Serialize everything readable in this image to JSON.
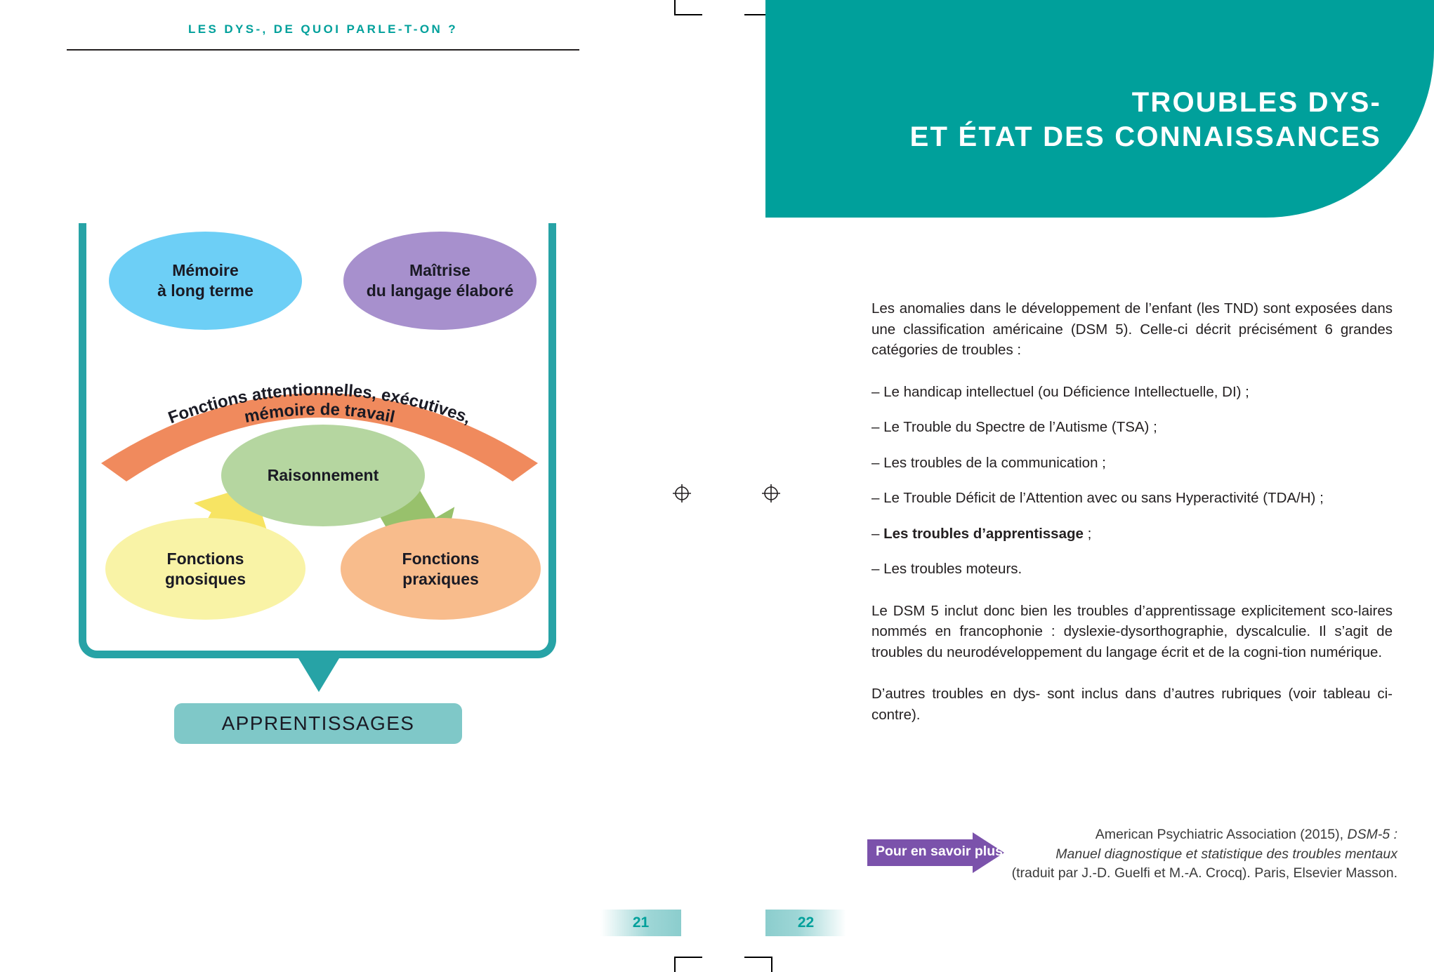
{
  "left_page": {
    "running_head": "LES DYS-, DE QUOI PARLE-T-ON ?",
    "diagram": {
      "name": "schema-fonctions-cognitives",
      "bubbles": [
        {
          "label_line1": "Mémoire",
          "label_line2": "à long terme",
          "color": "#6dcff6"
        },
        {
          "label_line1": "Maîtrise",
          "label_line2": "du langage élaboré",
          "color": "#a790cd"
        },
        {
          "label_line1": "Raisonnement",
          "label_line2": "",
          "color": "#b5d6a0"
        },
        {
          "label_line1": "Fonctions",
          "label_line2": "gnosiques",
          "color": "#f9f3a6"
        },
        {
          "label_line1": "Fonctions",
          "label_line2": "praxiques",
          "color": "#f8bc8c"
        }
      ],
      "arc": {
        "line1": "Fonctions attentionnelles, exécutives,",
        "line2": "mémoire de travail",
        "color": "#f08a5d"
      },
      "output_box": {
        "label": "APPRENTISSAGES",
        "color": "#7fc8c8"
      },
      "frame_color": "#27a3a6",
      "arrow_yellow_color": "#f7e463",
      "arrow_green_color": "#8fbc5f"
    },
    "page_number": "21"
  },
  "right_page": {
    "banner": {
      "title_line1": "TROUBLES DYS-",
      "title_line2": "ET ÉTAT DES CONNAISSANCES",
      "color": "#00a09b"
    },
    "intro": "Les anomalies dans le développement de l’enfant (les TND) sont exposées dans une classification américaine (DSM 5). Celle-ci décrit précisément 6 grandes catégories de troubles :",
    "list": [
      "– Le handicap intellectuel (ou Déficience Intellectuelle, DI) ;",
      "– Le Trouble du Spectre de l’Autisme (TSA) ;",
      "– Les troubles de la communication ;",
      "– Le Trouble Déficit de l’Attention avec ou sans Hyperactivité (TDA/H) ;",
      "– Les troubles moteurs."
    ],
    "list_bold_item": {
      "dash": "– ",
      "bold": "Les troubles d’apprentissage",
      "tail": " ;"
    },
    "paragraph2": "Le DSM 5 inclut donc bien les troubles d’apprentissage explicitement sco-laires nommés en francophonie : dyslexie-dysorthographie, dyscalculie. Il s’agit de troubles du neurodéveloppement du langage écrit et de la cogni-tion numérique.",
    "paragraph3": "D’autres troubles en dys- sont inclus dans d’autres rubriques (voir tableau ci-contre).",
    "footnote": {
      "label": "Pour en savoir plus",
      "arrow_color": "#7b52ab",
      "citation_line1_plain": "American Psychiatric Association (2015), ",
      "citation_line1_italic": "DSM-5 :",
      "citation_line2_italic": "Manuel diagnostique et statistique des troubles mentaux",
      "citation_line3_plain": "(traduit par J.-D. Guelfi et M.-A. Crocq). Paris, Elsevier Masson."
    },
    "page_number": "22"
  }
}
